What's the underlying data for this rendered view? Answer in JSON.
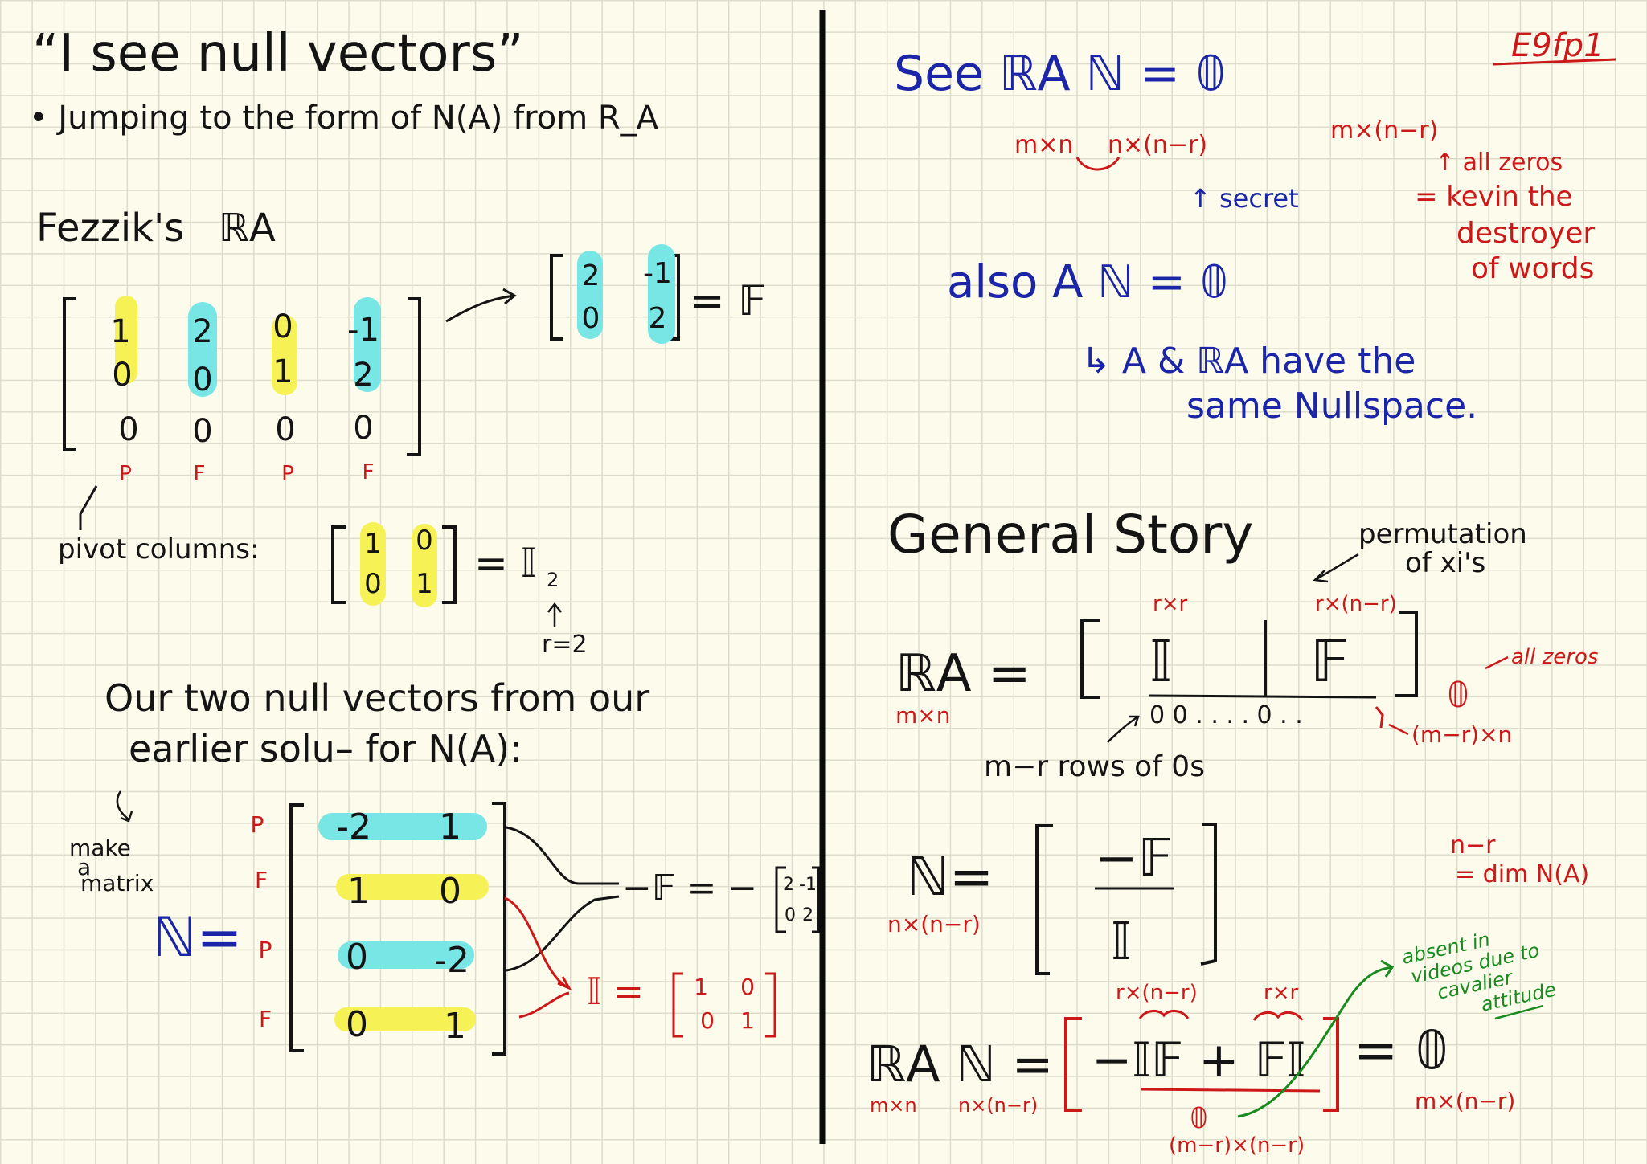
{
  "left": {
    "title": "“I see null vectors”",
    "bullet": "• Jumping to the form of N(A) from R_A",
    "fezzik_label": "Fezzik's",
    "fezzik_rref_symbol": "ℝA",
    "rref_matrix": [
      [
        "1",
        "2",
        "0",
        "-1"
      ],
      [
        "0",
        "0",
        "1",
        "2"
      ],
      [
        "0",
        "0",
        "0",
        "0"
      ]
    ],
    "column_types": [
      "P",
      "F",
      "P",
      "F"
    ],
    "free_matrix": [
      [
        "2",
        "-1"
      ],
      [
        "0",
        "2"
      ]
    ],
    "free_symbol": "= 𝔽",
    "pivot_label": "pivot columns:",
    "pivot_matrix": [
      [
        "1",
        "0"
      ],
      [
        "0",
        "1"
      ]
    ],
    "identity_label": "= 𝕀",
    "identity_sub": "2",
    "rank_note": "r=2",
    "null_text_line1": "Our two null vectors from our",
    "null_text_line2": "earlier solu– for N(A):",
    "make_matrix_note": "make a matrix",
    "null_symbol": "ℕ=",
    "null_row_types": [
      "P",
      "F",
      "P",
      "F"
    ],
    "null_matrix": [
      [
        "-2",
        "1"
      ],
      [
        "1",
        "0"
      ],
      [
        "0",
        "-2"
      ],
      [
        "0",
        "1"
      ]
    ],
    "neg_free_label": "−𝔽 = −",
    "neg_free_matrix": [
      [
        "2",
        "-1"
      ],
      [
        "0",
        "2"
      ]
    ],
    "identity_eq": "𝕀 =",
    "identity_matrix": [
      [
        "1",
        "0"
      ],
      [
        "0",
        "1"
      ]
    ]
  },
  "right": {
    "page_code": "E9fp1",
    "see_line": "See ℝA ℕ = 𝟘",
    "dim_mn": "m×n",
    "dim_n_nr": "n×(n−r)",
    "dim_m_nr": "m×(n−r)",
    "secret_note": "↑ secret",
    "all_zeros_note": "↑ all zeros",
    "kevin_note_1": "= kevin the",
    "kevin_note_2": "destroyer",
    "kevin_note_3": "of words",
    "also_line": "also A ℕ = 𝟘",
    "same_null_1": "↳ A & ℝA have the",
    "same_null_2": "same Nullspace.",
    "general_story": "General Story",
    "permutation_note_1": "permutation",
    "permutation_note_2": "of xi's",
    "rxr": "r×r",
    "rx_nr": "r×(n−r)",
    "ra_symbol": "ℝA =",
    "block_I": "𝕀",
    "block_F": "𝔽",
    "zero_row": "0 0 . . . . 0 . .",
    "zero_label": "𝟘",
    "all_zeros_2": "all zeros",
    "mr_n": "(m−r)×n",
    "m_r_rows": "m−r rows of 0s",
    "n_eq": "ℕ=",
    "neg_F": "−𝔽",
    "n_minus_r": "n−r",
    "dim_null": "= dim N(A)",
    "absent_note": "absent in videos due to cavalier attitude",
    "final_lhs": "ℝA ℕ =",
    "final_mid": "−𝕀𝔽 + 𝔽𝕀",
    "final_rhs": "= 𝟘",
    "mr_nr": "(m−r)×(n−r)"
  }
}
